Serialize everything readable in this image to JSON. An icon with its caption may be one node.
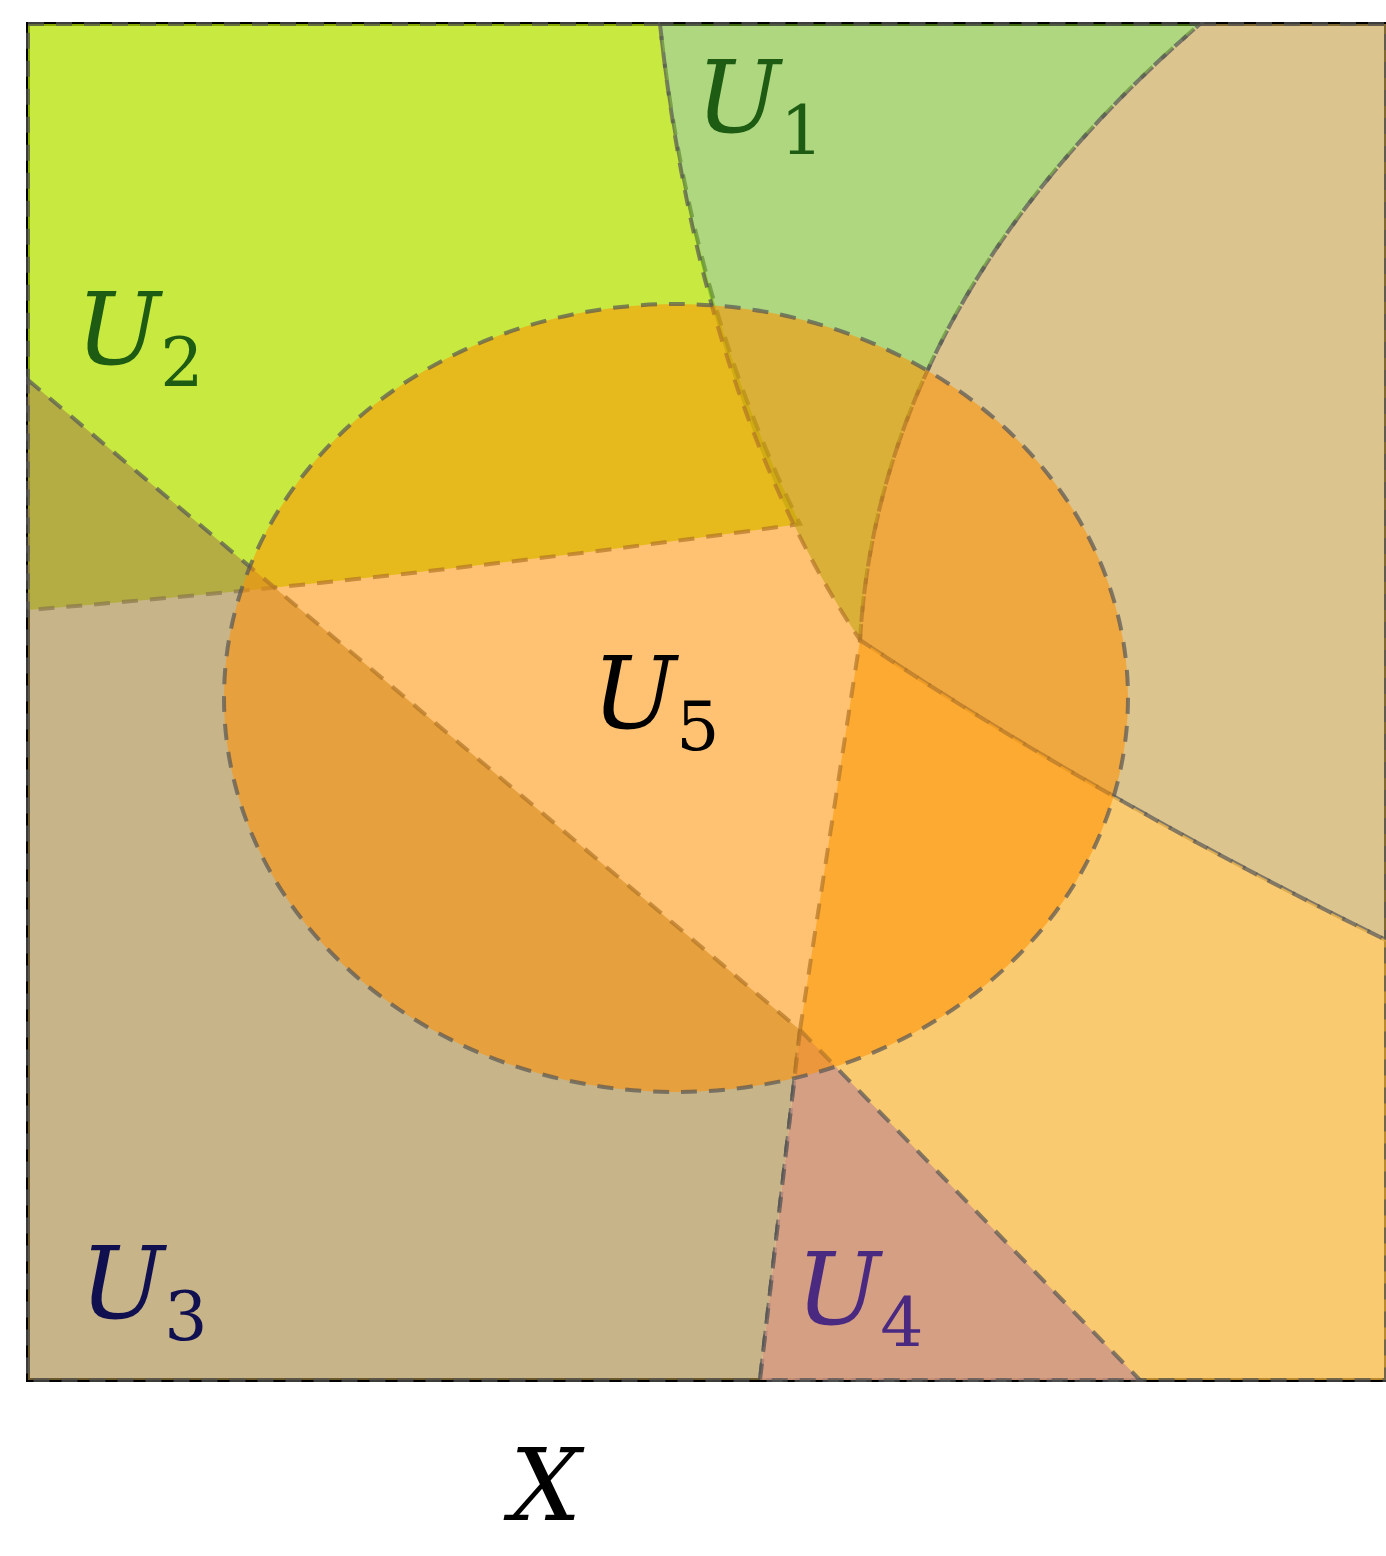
{
  "diagram": {
    "nodes": [
      {
        "text": [
          "X"
        ]
      },
      {
        "text": [
          "U$_{1}$"
        ],
        "in": 0
      },
      {
        "text": [
          "U$_{2}$"
        ],
        "in": 0
      },
      {
        "text": [
          "U$_{3}$"
        ],
        "in": 0
      },
      {
        "text": [
          "U$_{4}$"
        ],
        "in": 0
      },
      {
        "text": [
          "U$_{5}$"
        ],
        "in": 0
      },
      {
        "text": [],
        "shape": "region",
        "in": 0
      }
    ],
    "edges": []
  }
}
